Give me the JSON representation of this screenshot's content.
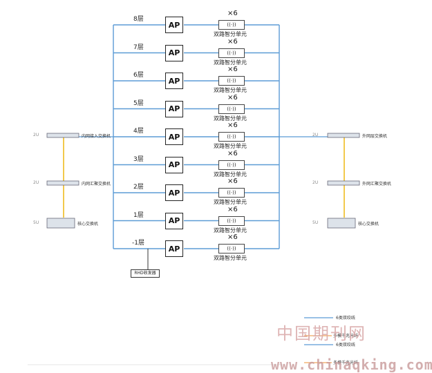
{
  "floors": [
    {
      "label": "8层",
      "ap": "AP",
      "mult": "×6",
      "unit": "双路智分单元"
    },
    {
      "label": "7层",
      "ap": "AP",
      "mult": "×6",
      "unit": "双路智分单元"
    },
    {
      "label": "6层",
      "ap": "AP",
      "mult": "×6",
      "unit": "双路智分单元"
    },
    {
      "label": "5层",
      "ap": "AP",
      "mult": "×6",
      "unit": "双路智分单元"
    },
    {
      "label": "4层",
      "ap": "AP",
      "mult": "×6",
      "unit": "双路智分单元"
    },
    {
      "label": "3层",
      "ap": "AP",
      "mult": "×6",
      "unit": "双路智分单元"
    },
    {
      "label": "2层",
      "ap": "AP",
      "mult": "×6",
      "unit": "双路智分单元"
    },
    {
      "label": "1层",
      "ap": "AP",
      "mult": "×6",
      "unit": "双路智分单元"
    },
    {
      "label": "-1层",
      "ap": "AP",
      "mult": "×6",
      "unit": "双路智分单元"
    }
  ],
  "rhd": "RHD收发器",
  "left_switches": [
    {
      "u": "2U",
      "label": "内网接入交换机"
    },
    {
      "u": "2U",
      "label": "内网汇聚交换机"
    },
    {
      "u": "5U",
      "label": "核心交换机"
    }
  ],
  "right_switches": [
    {
      "u": "2U",
      "label": "外网层交换机"
    },
    {
      "u": "2U",
      "label": "外网汇聚交换机"
    },
    {
      "u": "5U",
      "label": "核心交换机"
    }
  ],
  "legend": [
    {
      "label": "6类双绞线",
      "color": "#5b9bd5"
    },
    {
      "label": "多模千兆光纤",
      "color": "#f2a65a"
    },
    {
      "label": "6类双绞线",
      "color": "#5b9bd5"
    },
    {
      "label": "多模千兆光纤",
      "color": "#f2a65a"
    }
  ],
  "colors": {
    "cable": "#5b9bd5",
    "fiber": "#f2c94c",
    "fiber_legend": "#f2a65a"
  },
  "watermark": {
    "cn": "中国期刊网",
    "url": "www.chinaqking.com"
  }
}
